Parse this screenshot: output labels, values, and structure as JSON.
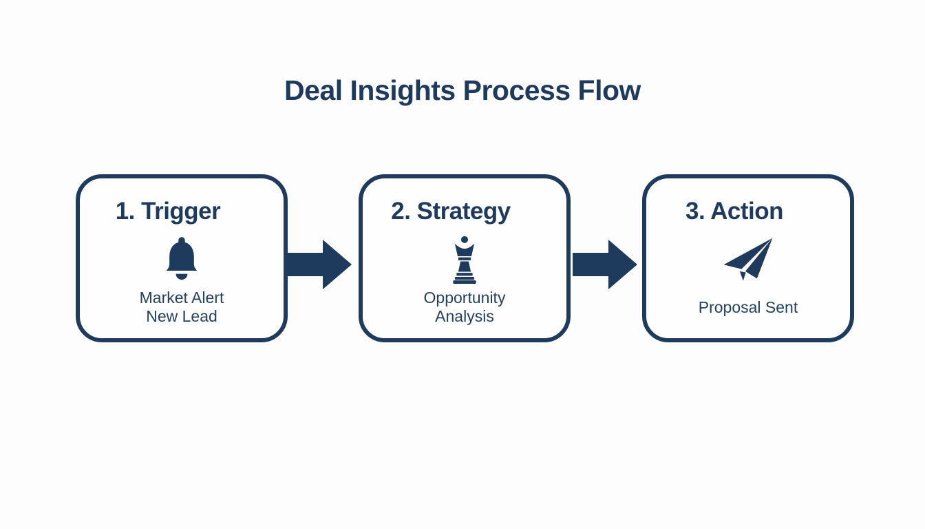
{
  "title": "Deal Insights Process Flow",
  "colors": {
    "navy": "#1e3a5c",
    "background": "#fdfdfe",
    "box_background": "#fefefe"
  },
  "steps": [
    {
      "heading": "1. Trigger",
      "icon": "bell-icon",
      "line1": "Market Alert",
      "line2": "New Lead"
    },
    {
      "heading": "2. Strategy",
      "icon": "chess-queen-icon",
      "line1": "Opportunity",
      "line2": "Analysis"
    },
    {
      "heading": "3. Action",
      "icon": "paper-plane-icon",
      "line1": "Proposal Sent",
      "line2": ""
    }
  ],
  "connectors": [
    {
      "icon": "arrow-right-icon"
    },
    {
      "icon": "arrow-right-icon"
    }
  ]
}
